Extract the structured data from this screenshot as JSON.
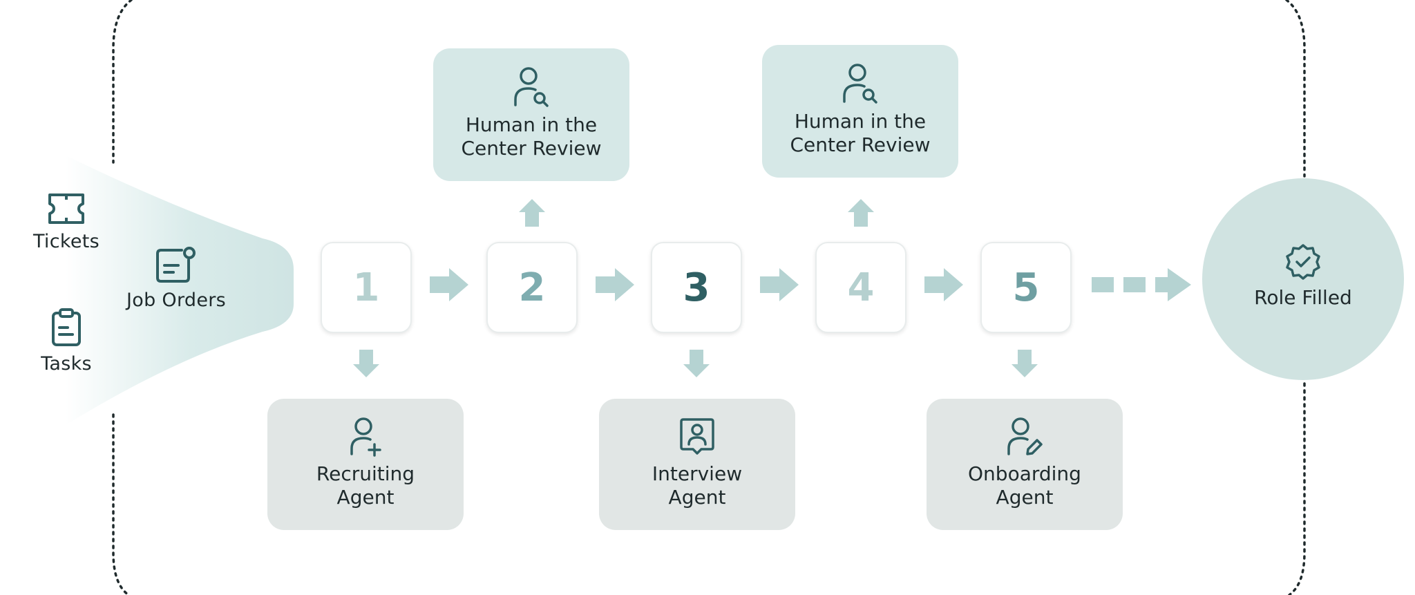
{
  "inputs": {
    "tickets": "Tickets",
    "tasks": "Tasks",
    "job_orders": "Job Orders"
  },
  "steps": [
    {
      "number": "1",
      "color": "#b5d0cf"
    },
    {
      "number": "2",
      "color": "#7fadb0"
    },
    {
      "number": "3",
      "color": "#2f5f63"
    },
    {
      "number": "4",
      "color": "#b5d0cf"
    },
    {
      "number": "5",
      "color": "#6f9fa2"
    }
  ],
  "reviews": [
    {
      "line1": "Human in the",
      "line2": "Center Review"
    },
    {
      "line1": "Human in the",
      "line2": "Center Review"
    }
  ],
  "agents": [
    {
      "line1": "Recruiting",
      "line2": "Agent"
    },
    {
      "line1": "Interview",
      "line2": "Agent"
    },
    {
      "line1": "Onboarding",
      "line2": "Agent"
    }
  ],
  "goal": {
    "label": "Role Filled"
  },
  "colors": {
    "icon": "#2f5f63",
    "arrow": "#b5d3d2",
    "review_card": "#d6e8e7",
    "agent_card": "#e1e6e5",
    "goal_circle": "#d0e3e1",
    "funnel": "#cfe4e3"
  }
}
